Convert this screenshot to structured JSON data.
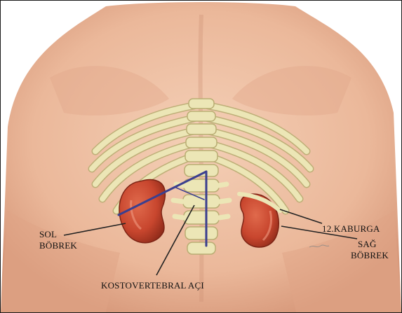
{
  "labels": {
    "left_kidney": [
      "SOL",
      "BÖBREK"
    ],
    "right_kidney": [
      "SAĞ",
      "BÖBREK"
    ],
    "rib": "12.KABURGA",
    "angle": "KOSTOVERTEBRAL AÇI"
  },
  "colors": {
    "skin": "#f0c3a6",
    "skin_shadow": "#d9a183",
    "bone": "#e9e3b0",
    "bone_edge": "#b9ad73",
    "kidney": "#c8462e",
    "kidney_dark": "#8e2a19",
    "angle_line": "#3b3f8f",
    "leader": "#222222"
  }
}
